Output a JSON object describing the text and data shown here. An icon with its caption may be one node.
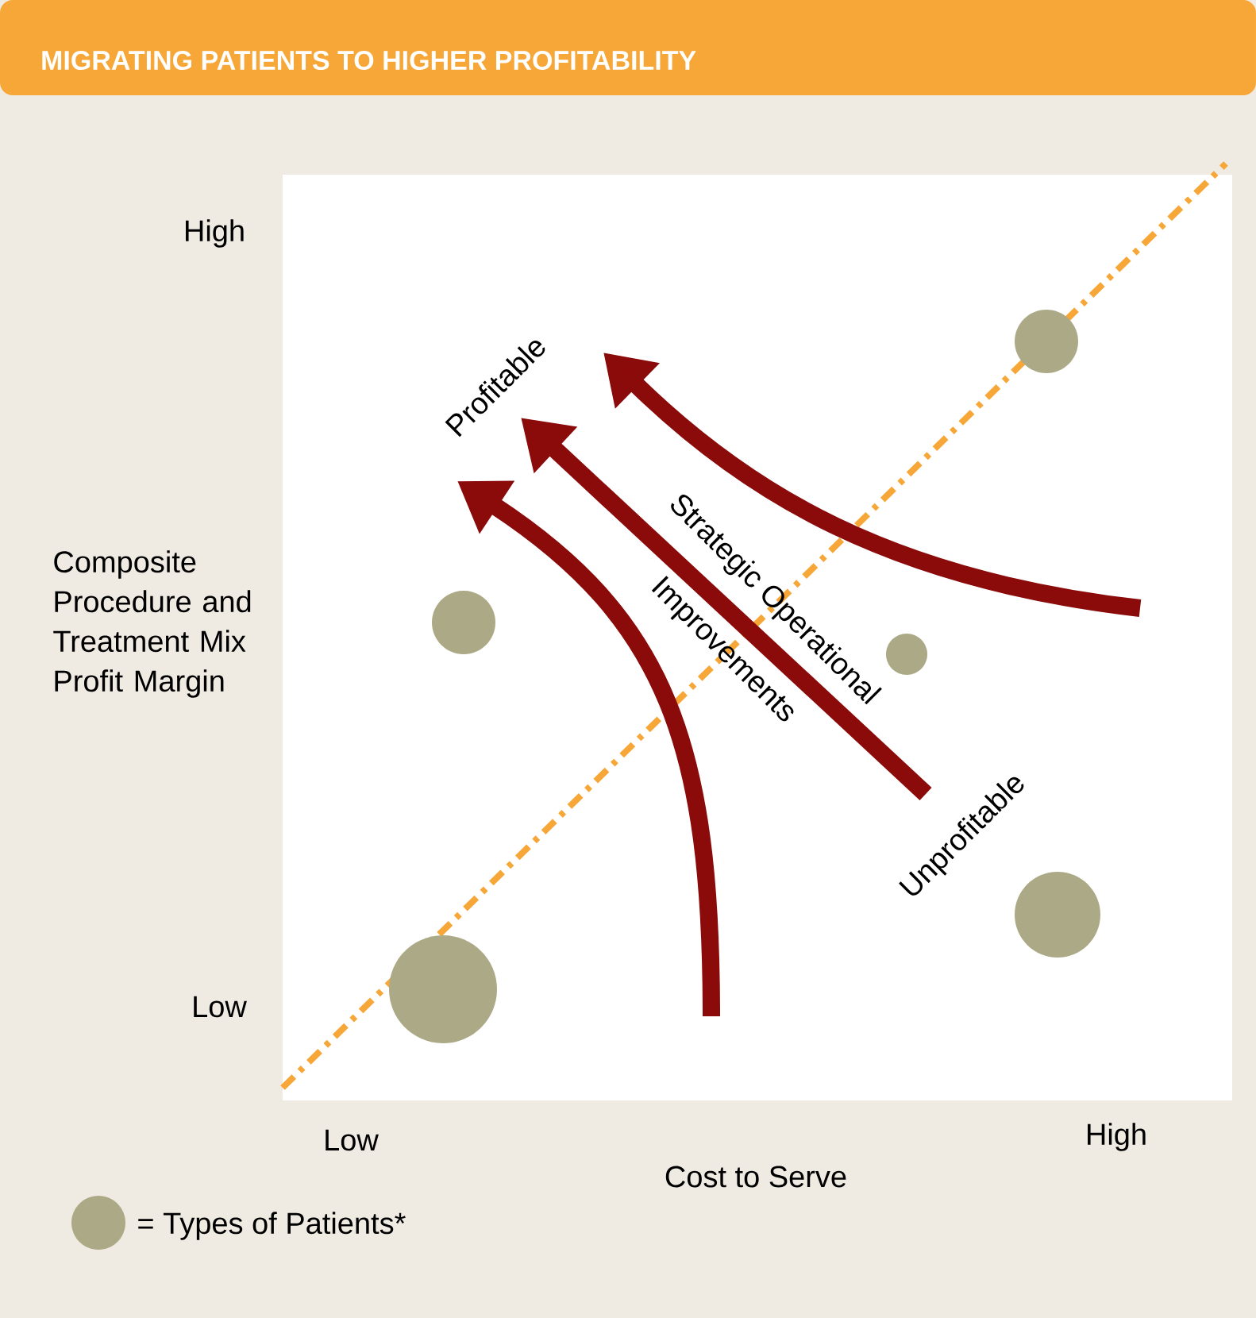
{
  "diagram": {
    "title": "MIGRATING PATIENTS TO HIGHER PROFITABILITY",
    "labels": [
      "High",
      "Composite Procedure and Treatment Mix Profit Margin",
      "Low",
      "Profitable",
      "Strategic Operational",
      "Improvements",
      "Unprofitable",
      "Low",
      "High",
      "Cost to Serve"
    ],
    "legend": [
      {
        "text": "= Types of Patients*",
        "color": "#aca986"
      }
    ]
  }
}
